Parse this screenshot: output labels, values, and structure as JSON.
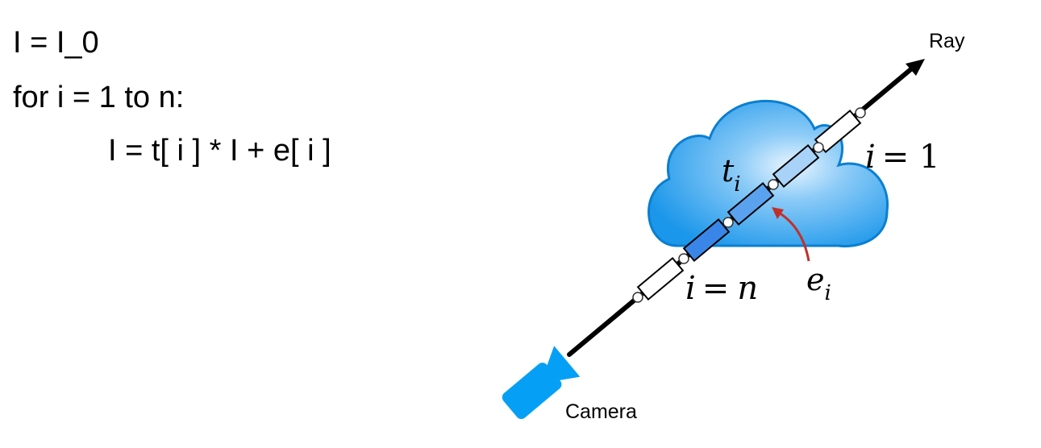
{
  "code": {
    "line1": "I = I_0",
    "line2": "for i = 1 to n:",
    "line3": "I = t[ i ] * I + e[ i ]"
  },
  "diagram": {
    "ray_label": "Ray",
    "camera_label": "Camera",
    "label_t_base": "t",
    "label_t_sub": "i",
    "label_e_base": "e",
    "label_e_sub": "i",
    "label_i1_var": "i",
    "label_i1_rest": "= 1",
    "label_in_var": "i",
    "label_in_eq": "=",
    "label_in_n": "n"
  },
  "colors": {
    "cloud_outer": "#0f93e6",
    "cloud_center": "#eaf6ff",
    "camera": "#05a0f5",
    "segment_dark": "#3a86e8",
    "segment_mid": "#5aa2f0",
    "segment_light": "#a9d2f8",
    "arrow_red": "#c0302a"
  }
}
